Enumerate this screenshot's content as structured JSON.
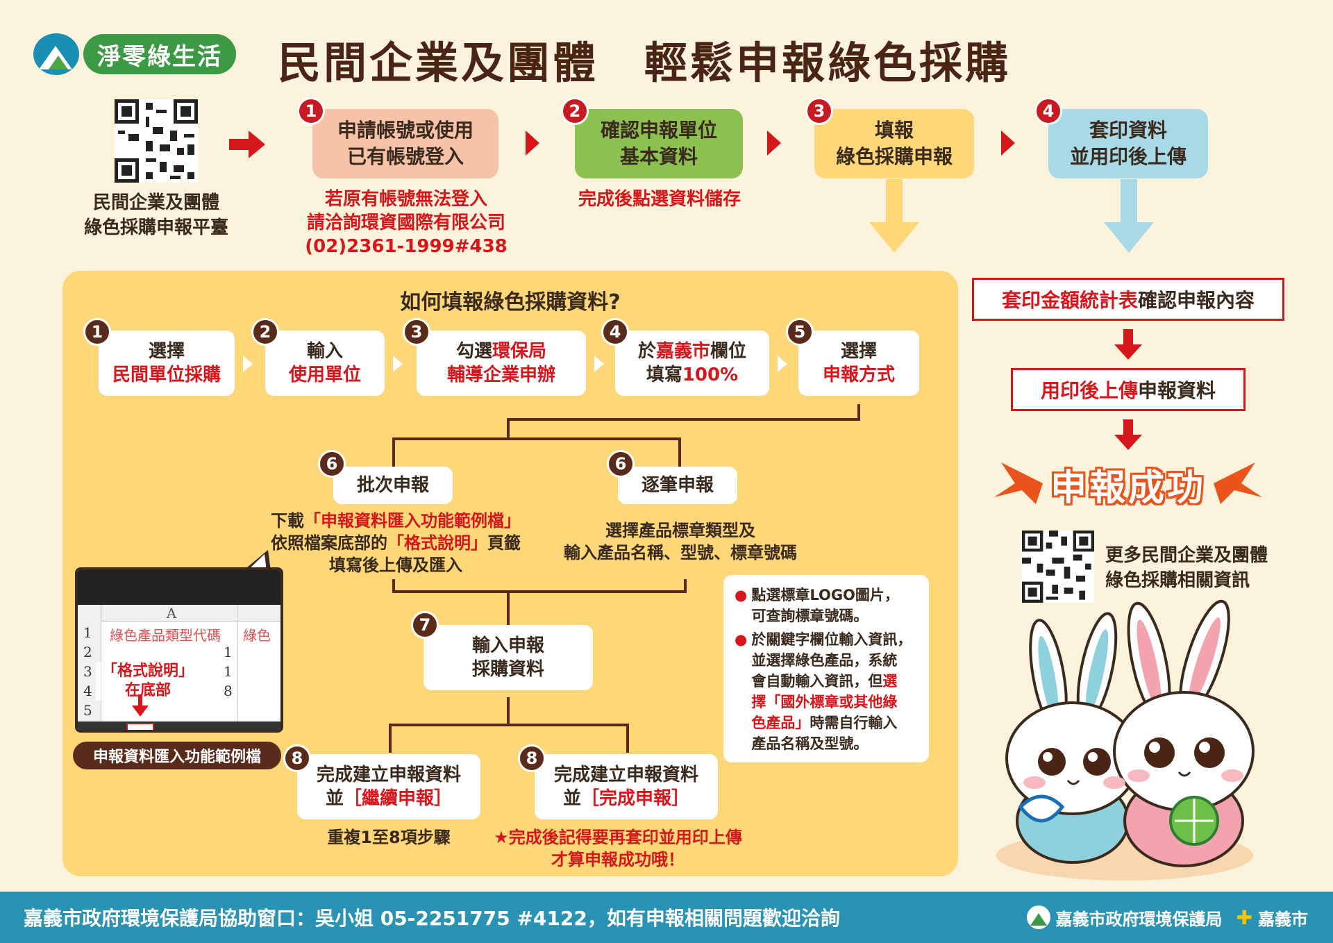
{
  "header": {
    "logo_text": "淨零綠生活",
    "title": "民間企業及團體　輕鬆申報綠色採購"
  },
  "platform": {
    "caption_line1": "民間企業及團體",
    "caption_line2": "綠色採購申報平臺"
  },
  "top_steps": [
    {
      "num": "1",
      "line1": "申請帳號或使用",
      "line2": "已有帳號登入",
      "bg": "#f6c2a8"
    },
    {
      "num": "2",
      "line1": "確認申報單位",
      "line2": "基本資料",
      "bg": "#8cc152"
    },
    {
      "num": "3",
      "line1": "填報",
      "line2": "綠色採購申報",
      "bg": "#fdd778"
    },
    {
      "num": "4",
      "line1": "套印資料",
      "line2": "並用印後上傳",
      "bg": "#a8d9e6"
    }
  ],
  "step1_note": {
    "line1": "若原有帳號無法登入",
    "line2": "請洽詢環資國際有限公司",
    "line3": "(02)2361-1999#438"
  },
  "step2_note": "完成後點選資料儲存",
  "panel": {
    "title": "如何填報綠色採購資料?",
    "substeps": [
      {
        "num": "1",
        "line1": "選擇",
        "line2": "民間單位採購"
      },
      {
        "num": "2",
        "line1": "輸入",
        "line2": "使用單位"
      },
      {
        "num": "3",
        "line1a": "勾選",
        "line1b": "環保局",
        "line2": "輔導企業申辦"
      },
      {
        "num": "4",
        "line1a": "於",
        "line1b": "嘉義市",
        "line1c": "欄位",
        "line2a": "填寫",
        "line2b": "100%"
      },
      {
        "num": "5",
        "line1": "選擇",
        "line2": "申報方式"
      }
    ],
    "batch": {
      "num": "6",
      "label": "批次申報"
    },
    "single": {
      "num": "6",
      "label": "逐筆申報"
    },
    "batch_desc": {
      "l1a": "下載",
      "l1b": "「申報資料匯入功能範例檔」",
      "l2a": "依照檔案底部的",
      "l2b": "「格式說明」",
      "l2c": "頁籤",
      "l3": "填寫後上傳及匯入"
    },
    "single_desc": {
      "l1": "選擇產品標章類型及",
      "l2": "輸入產品名稱、型號、標章號碼"
    },
    "step7": {
      "num": "7",
      "line1": "輸入申報",
      "line2": "採購資料"
    },
    "step8a": {
      "num": "8",
      "line1": "完成建立申報資料",
      "line2a": "並",
      "line2b": "［繼續申報］"
    },
    "step8b": {
      "num": "8",
      "line1": "完成建立申報資料",
      "line2a": "並",
      "line2b": "［完成申報］"
    },
    "repeat_note": "重複1至8項步驟",
    "reminder_line1": "★完成後記得要再套印並用印上傳",
    "reminder_line2": "才算申報成功哦！",
    "excel": {
      "col_header": "A",
      "rows": [
        {
          "n": "1",
          "a": "綠色產品類型代碼",
          "b": "綠色"
        },
        {
          "n": "2",
          "a": "",
          "b": "1"
        },
        {
          "n": "3",
          "a": "",
          "b": "1"
        },
        {
          "n": "4",
          "a": "",
          "b": "8"
        },
        {
          "n": "5",
          "a": "",
          "b": ""
        }
      ],
      "callout_line1": "「格式說明」",
      "callout_line2": "在底部"
    },
    "excel_caption": "申報資料匯入功能範例檔",
    "notes": {
      "n1_line1": "點選標章LOGO圖片，",
      "n1_line2": "可查詢標章號碼。",
      "n2_line1": "於關鍵字欄位輸入資訊，",
      "n2_line2": "並選擇綠色產品，系統",
      "n2_line3a": "會自動輸入資訊，但",
      "n2_line3b": "選",
      "n2_line4": "擇「國外標章或其他綠",
      "n2_line5a": "色產品」",
      "n2_line5b": "時需自行輸入",
      "n2_line6": "產品名稱及型號。"
    }
  },
  "right": {
    "box1a": "套印金額統計表",
    "box1b": "確認申報內容",
    "box2a": "用印後上傳",
    "box2b": "申報資料",
    "success": "申報成功",
    "more_line1": "更多民間企業及團體",
    "more_line2": "綠色採購相關資訊"
  },
  "footer": {
    "contact": "嘉義市政府環境保護局協助窗口：吳小姐 05-2251775 #4122，如有申報相關問題歡迎洽詢",
    "org": "嘉義市政府環境保護局",
    "city": "嘉義市"
  },
  "colors": {
    "accent_red": "#d7161b",
    "panel_yellow": "#fdd778",
    "footer_blue": "#2a93b3",
    "brown": "#5a2a1a"
  }
}
